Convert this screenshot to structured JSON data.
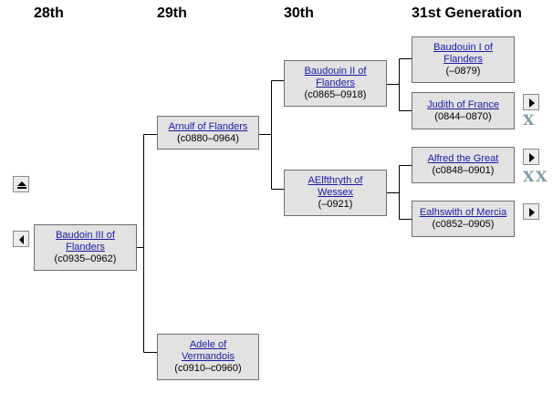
{
  "headers": {
    "gen28": "28th",
    "gen29": "29th",
    "gen30": "30th",
    "gen31": "31st Generation"
  },
  "people": {
    "baudoin3": {
      "name_line1": "Baudoin III of",
      "name_line2": "Flanders",
      "dates": "(c0935–0962)"
    },
    "arnulf": {
      "name_line1": "Arnulf of Flanders",
      "dates": "(c0880–0964)"
    },
    "adele": {
      "name_line1": "Adele of",
      "name_line2": "Vermandois",
      "dates": "(c0910–c0960)"
    },
    "baudoin2": {
      "name_line1": "Baudouin II of",
      "name_line2": "Flanders",
      "dates": "(c0865–0918)"
    },
    "aelfthryth": {
      "name_line1": "AElfthryth of",
      "name_line2": "Wessex",
      "dates": "(–0921)"
    },
    "baudoin1": {
      "name_line1": "Baudouin I of",
      "name_line2": "Flanders",
      "dates": "(–0879)"
    },
    "judith": {
      "name_line1": "Judith of France",
      "dates": "(0844–0870)"
    },
    "alfred": {
      "name_line1": "Alfred the Great",
      "dates": "(c0848–0901)"
    },
    "ealhswith": {
      "name_line1": "Ealhswith of Mercia",
      "dates": "(c0852–0905)"
    }
  },
  "controls": {
    "x_mark": "X"
  },
  "icons": {
    "up": "eject-up-icon",
    "left": "arrow-left-icon",
    "right": "arrow-right-icon"
  }
}
